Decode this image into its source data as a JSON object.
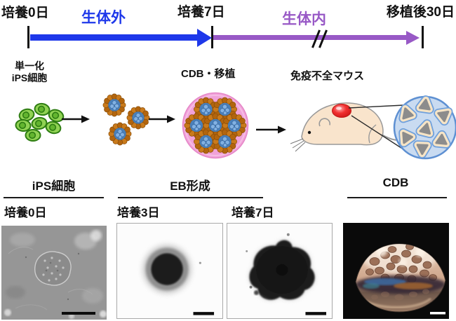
{
  "timeline": {
    "day0_label": "培養0日",
    "in_vitro_label": "生体外",
    "day7_label": "培養7日",
    "in_vivo_label": "生体内",
    "day30_label": "移植後30日",
    "in_vitro_color": "#1e38ea",
    "in_vivo_color": "#9859c6"
  },
  "annotations": {
    "singularized": "単一化",
    "ips_cells": "iPS細胞",
    "cdb_transplant": "CDB・移植",
    "immunodeficient_mouse": "免疫不全マウス"
  },
  "panels": {
    "ips": {
      "title": "iPS細胞",
      "day0": "培養0日"
    },
    "eb": {
      "title": "EB形成",
      "day3": "培養3日",
      "day7": "培養7日"
    },
    "cdb": {
      "title": "CDB"
    }
  }
}
